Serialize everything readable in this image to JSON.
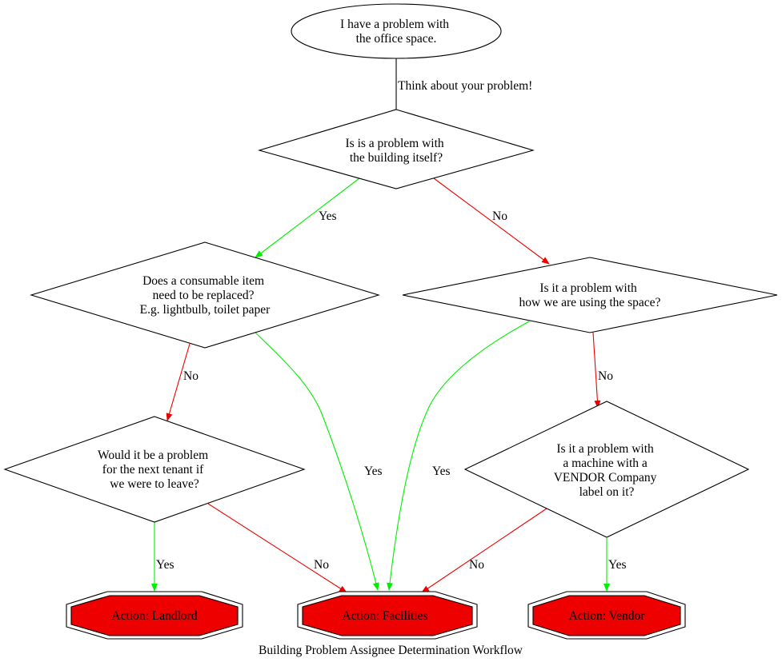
{
  "diagram": {
    "caption": "Building Problem Assignee Determination Workflow",
    "colors": {
      "yes_edge": "#00ee00",
      "no_edge": "#ee0000",
      "default_edge": "#000000",
      "action_fill": "#ee0000"
    },
    "nodes": {
      "start": {
        "lines": [
          "I have a problem with",
          "the office space."
        ]
      },
      "building": {
        "lines": [
          "Is is a problem with",
          "the building itself?"
        ]
      },
      "consumable": {
        "lines": [
          "Does a consumable item",
          "need to be replaced?",
          "E.g. lightbulb, toilet paper"
        ]
      },
      "usage": {
        "lines": [
          "Is it a problem with",
          "how we are using the space?"
        ]
      },
      "tenant": {
        "lines": [
          "Would it be a problem",
          "for the next tenant if",
          "we were to leave?"
        ]
      },
      "vendor_q": {
        "lines": [
          "Is it a problem with",
          "a machine with a",
          "VENDOR Company",
          "label on it?"
        ]
      },
      "landlord": {
        "lines": [
          "Action: Landlord"
        ]
      },
      "facilities": {
        "lines": [
          "Action: Facilities"
        ]
      },
      "vendor": {
        "lines": [
          "Action: Vendor"
        ]
      }
    },
    "edges": [
      {
        "id": "start-building",
        "label": "Think about your problem!"
      },
      {
        "id": "building-consumable",
        "label": "Yes"
      },
      {
        "id": "building-usage",
        "label": "No"
      },
      {
        "id": "consumable-tenant",
        "label": "No"
      },
      {
        "id": "consumable-facilities",
        "label": "Yes"
      },
      {
        "id": "usage-facilities",
        "label": "Yes"
      },
      {
        "id": "usage-vendorq",
        "label": "No"
      },
      {
        "id": "tenant-landlord",
        "label": "Yes"
      },
      {
        "id": "tenant-facilities",
        "label": "No"
      },
      {
        "id": "vendorq-facilities",
        "label": "No"
      },
      {
        "id": "vendorq-vendor",
        "label": "Yes"
      }
    ]
  }
}
